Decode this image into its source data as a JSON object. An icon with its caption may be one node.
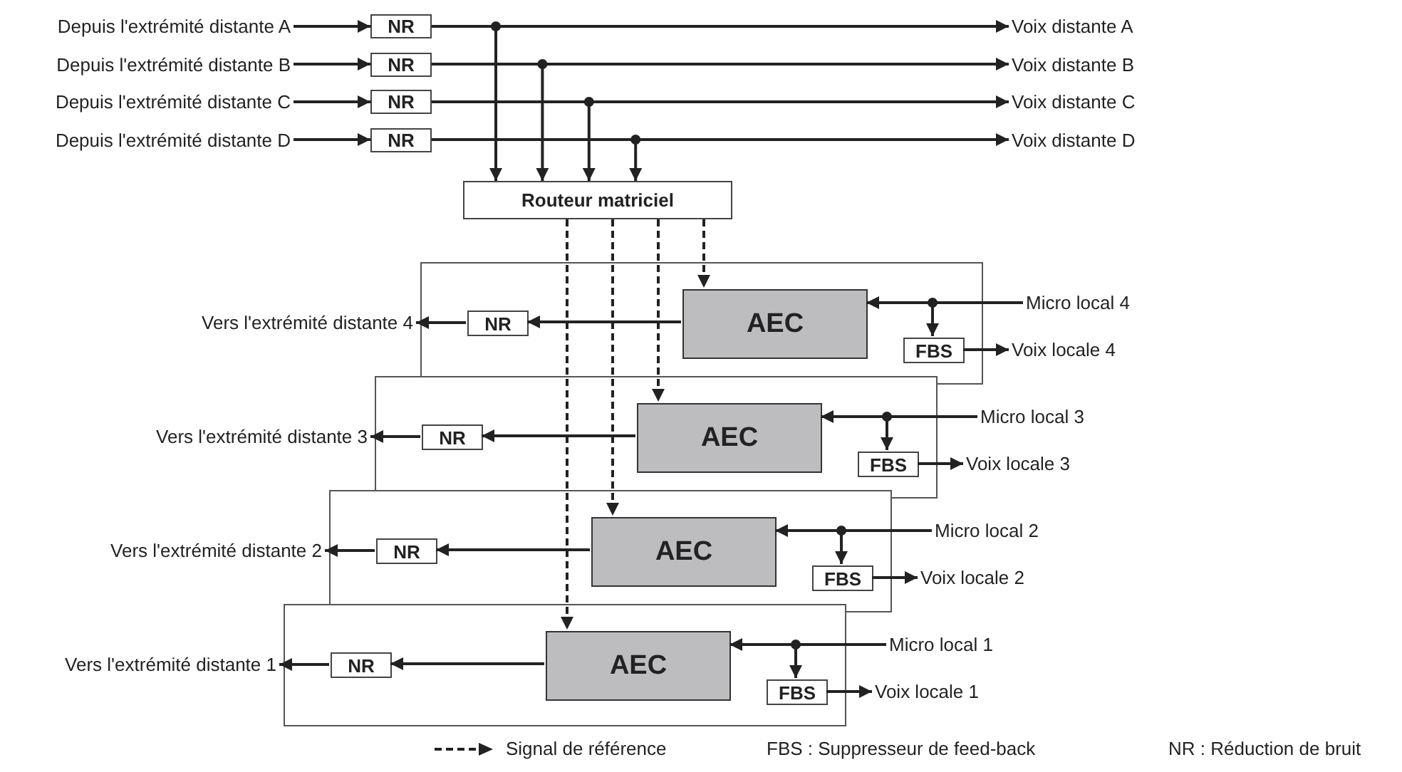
{
  "diagram": {
    "nodes": [
      {
        "text": [
          "Depuis l'extrémité distante A"
        ]
      },
      {
        "text": [
          "Depuis l'extrémité distante B"
        ]
      },
      {
        "text": [
          "Depuis l'extrémité distante C"
        ]
      },
      {
        "text": [
          "Depuis l'extrémité distante D"
        ]
      },
      {
        "text": [
          "NR"
        ]
      },
      {
        "text": [
          "NR"
        ]
      },
      {
        "text": [
          "NR"
        ]
      },
      {
        "text": [
          "NR"
        ]
      },
      {
        "text": [
          "Voix distante A"
        ]
      },
      {
        "text": [
          "Voix distante B"
        ]
      },
      {
        "text": [
          "Voix distante C"
        ]
      },
      {
        "text": [
          "Voix distante D"
        ]
      },
      {
        "text": [
          "Routeur matriciel"
        ]
      },
      {
        "text": [],
        "shape": "box"
      },
      {
        "text": [
          "AEC"
        ],
        "in": 13
      },
      {
        "text": [
          "NR"
        ],
        "in": 13
      },
      {
        "text": [
          "FBS"
        ],
        "in": 13
      },
      {
        "text": [
          "Vers l'extrémité distante 4"
        ]
      },
      {
        "text": [
          "Micro local 4"
        ]
      },
      {
        "text": [
          "Voix locale 4"
        ]
      },
      {
        "text": [],
        "shape": "box"
      },
      {
        "text": [
          "AEC"
        ],
        "in": 20
      },
      {
        "text": [
          "NR"
        ],
        "in": 20
      },
      {
        "text": [
          "FBS"
        ],
        "in": 20
      },
      {
        "text": [
          "Vers l'extrémité distante 3"
        ]
      },
      {
        "text": [
          "Micro local 3"
        ]
      },
      {
        "text": [
          "Voix locale 3"
        ]
      },
      {
        "text": [],
        "shape": "box"
      },
      {
        "text": [
          "AEC"
        ],
        "in": 27
      },
      {
        "text": [
          "NR"
        ],
        "in": 27
      },
      {
        "text": [
          "FBS"
        ],
        "in": 27
      },
      {
        "text": [
          "Vers l'extrémité distante 2"
        ]
      },
      {
        "text": [
          "Micro local 2"
        ]
      },
      {
        "text": [
          "Voix locale 2"
        ]
      },
      {
        "text": [],
        "shape": "box"
      },
      {
        "text": [
          "AEC"
        ],
        "in": 34
      },
      {
        "text": [
          "NR"
        ],
        "in": 34
      },
      {
        "text": [
          "FBS"
        ],
        "in": 34
      },
      {
        "text": [
          "Vers l'extrémité distante 1"
        ]
      },
      {
        "text": [
          "Micro local 1"
        ]
      },
      {
        "text": [
          "Voix locale 1"
        ]
      }
    ],
    "edges": [
      {
        "from": 0,
        "to": 4,
        "arrow": "to"
      },
      {
        "from": 1,
        "to": 5,
        "arrow": "to"
      },
      {
        "from": 2,
        "to": 6,
        "arrow": "to"
      },
      {
        "from": 3,
        "to": 7,
        "arrow": "to"
      },
      {
        "from": 4,
        "to": 8,
        "arrow": "to"
      },
      {
        "from": 5,
        "to": 9,
        "arrow": "to"
      },
      {
        "from": 6,
        "to": 10,
        "arrow": "to"
      },
      {
        "from": 7,
        "to": 11,
        "arrow": "to"
      },
      {
        "from": 4,
        "to": 12,
        "arrow": "to"
      },
      {
        "from": 5,
        "to": 12,
        "arrow": "to"
      },
      {
        "from": 6,
        "to": 12,
        "arrow": "to"
      },
      {
        "from": 7,
        "to": 12,
        "arrow": "to"
      },
      {
        "from": 12,
        "to": 35,
        "arrow": "to",
        "style": "dashed"
      },
      {
        "from": 12,
        "to": 28,
        "arrow": "to",
        "style": "dashed"
      },
      {
        "from": 12,
        "to": 21,
        "arrow": "to",
        "style": "dashed"
      },
      {
        "from": 12,
        "to": 14,
        "arrow": "to",
        "style": "dashed"
      },
      {
        "from": 18,
        "to": 14,
        "arrow": "to"
      },
      {
        "from": 18,
        "to": 16,
        "arrow": "to"
      },
      {
        "from": 16,
        "to": 19,
        "arrow": "to"
      },
      {
        "from": 14,
        "to": 15,
        "arrow": "to"
      },
      {
        "from": 15,
        "to": 17,
        "arrow": "to"
      },
      {
        "from": 25,
        "to": 21,
        "arrow": "to"
      },
      {
        "from": 25,
        "to": 23,
        "arrow": "to"
      },
      {
        "from": 23,
        "to": 26,
        "arrow": "to"
      },
      {
        "from": 21,
        "to": 22,
        "arrow": "to"
      },
      {
        "from": 22,
        "to": 24,
        "arrow": "to"
      },
      {
        "from": 32,
        "to": 28,
        "arrow": "to"
      },
      {
        "from": 32,
        "to": 30,
        "arrow": "to"
      },
      {
        "from": 30,
        "to": 33,
        "arrow": "to"
      },
      {
        "from": 28,
        "to": 29,
        "arrow": "to"
      },
      {
        "from": 29,
        "to": 31,
        "arrow": "to"
      },
      {
        "from": 39,
        "to": 35,
        "arrow": "to"
      },
      {
        "from": 39,
        "to": 37,
        "arrow": "to"
      },
      {
        "from": 37,
        "to": 40,
        "arrow": "to"
      },
      {
        "from": 35,
        "to": 36,
        "arrow": "to"
      },
      {
        "from": 36,
        "to": 38,
        "arrow": "to"
      }
    ],
    "labels": [
      "FBS : Suppresseur de feed-back",
      "NR : Réduction de bruit"
    ],
    "legend": [
      {
        "text": "Signal de référence"
      }
    ]
  }
}
